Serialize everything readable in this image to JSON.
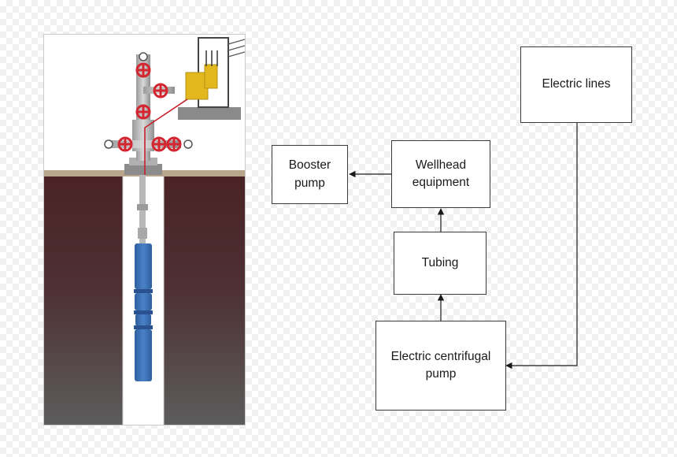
{
  "nodes": {
    "booster_pump": "Booster\npump",
    "wellhead_equipment": "Wellhead\nequipment",
    "electric_lines": "Electric lines",
    "tubing": "Tubing",
    "electric_centrifugal_pump": "Electric centrifugal\npump"
  },
  "edges": [
    {
      "from": "electric_centrifugal_pump",
      "to": "tubing"
    },
    {
      "from": "tubing",
      "to": "wellhead_equipment"
    },
    {
      "from": "wellhead_equipment",
      "to": "booster_pump"
    },
    {
      "from": "electric_lines",
      "to": "electric_centrifugal_pump"
    }
  ],
  "colors": {
    "soil_top": "#4a2326",
    "soil_bottom": "#5a5a5a",
    "valve_red": "#d32630",
    "pump_blue": "#3f73b8",
    "panel_yellow": "#e3b81f",
    "cable_red": "#c8202a"
  }
}
